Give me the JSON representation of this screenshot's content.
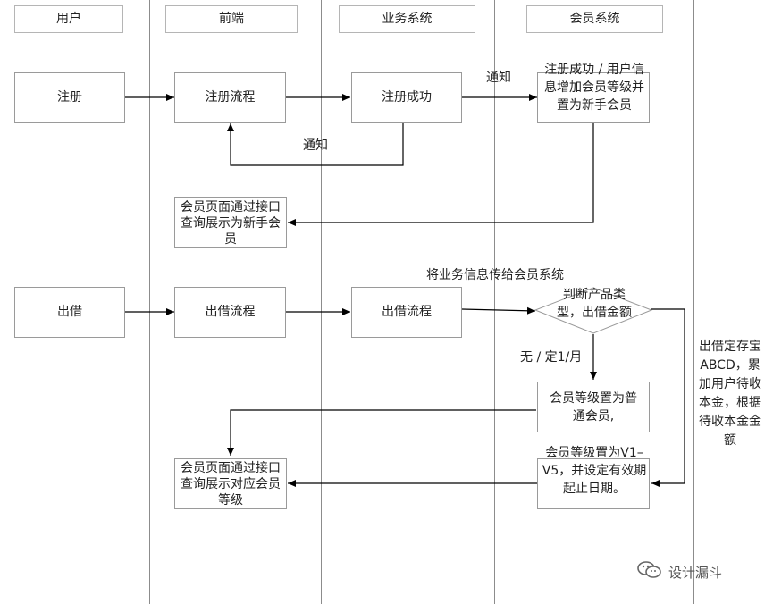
{
  "lanes": {
    "user": "用户",
    "frontend": "前端",
    "business": "业务系统",
    "member": "会员系统"
  },
  "register": {
    "start": "注册",
    "flow": "注册流程",
    "success": "注册成功",
    "notify_back": "通知",
    "notify_member": "通知",
    "member_action": "注册成功 / 用户信息增加会员等级并置为新手会员",
    "frontend_query": "会员页面通过接口查询展示为新手会员"
  },
  "invest": {
    "start": "出借",
    "flow": "出借流程",
    "business_flow": "出借流程",
    "pass_info": "将业务信息传给会员系统",
    "decision": "判断产品类型，出借金额",
    "branch_none": "无 / 定1/月",
    "normal_member": "会员等级置为普通会员,",
    "fixed_note": "出借定存宝ABCD，累加用户待收本金，根据待收本金金额",
    "level_v": "会员等级置为V1–V5，并设定有效期起止日期。",
    "frontend_query": "会员页面通过接口查询展示对应会员等级"
  },
  "watermark": {
    "icon": "wechat-icon",
    "text": "设计漏斗"
  }
}
